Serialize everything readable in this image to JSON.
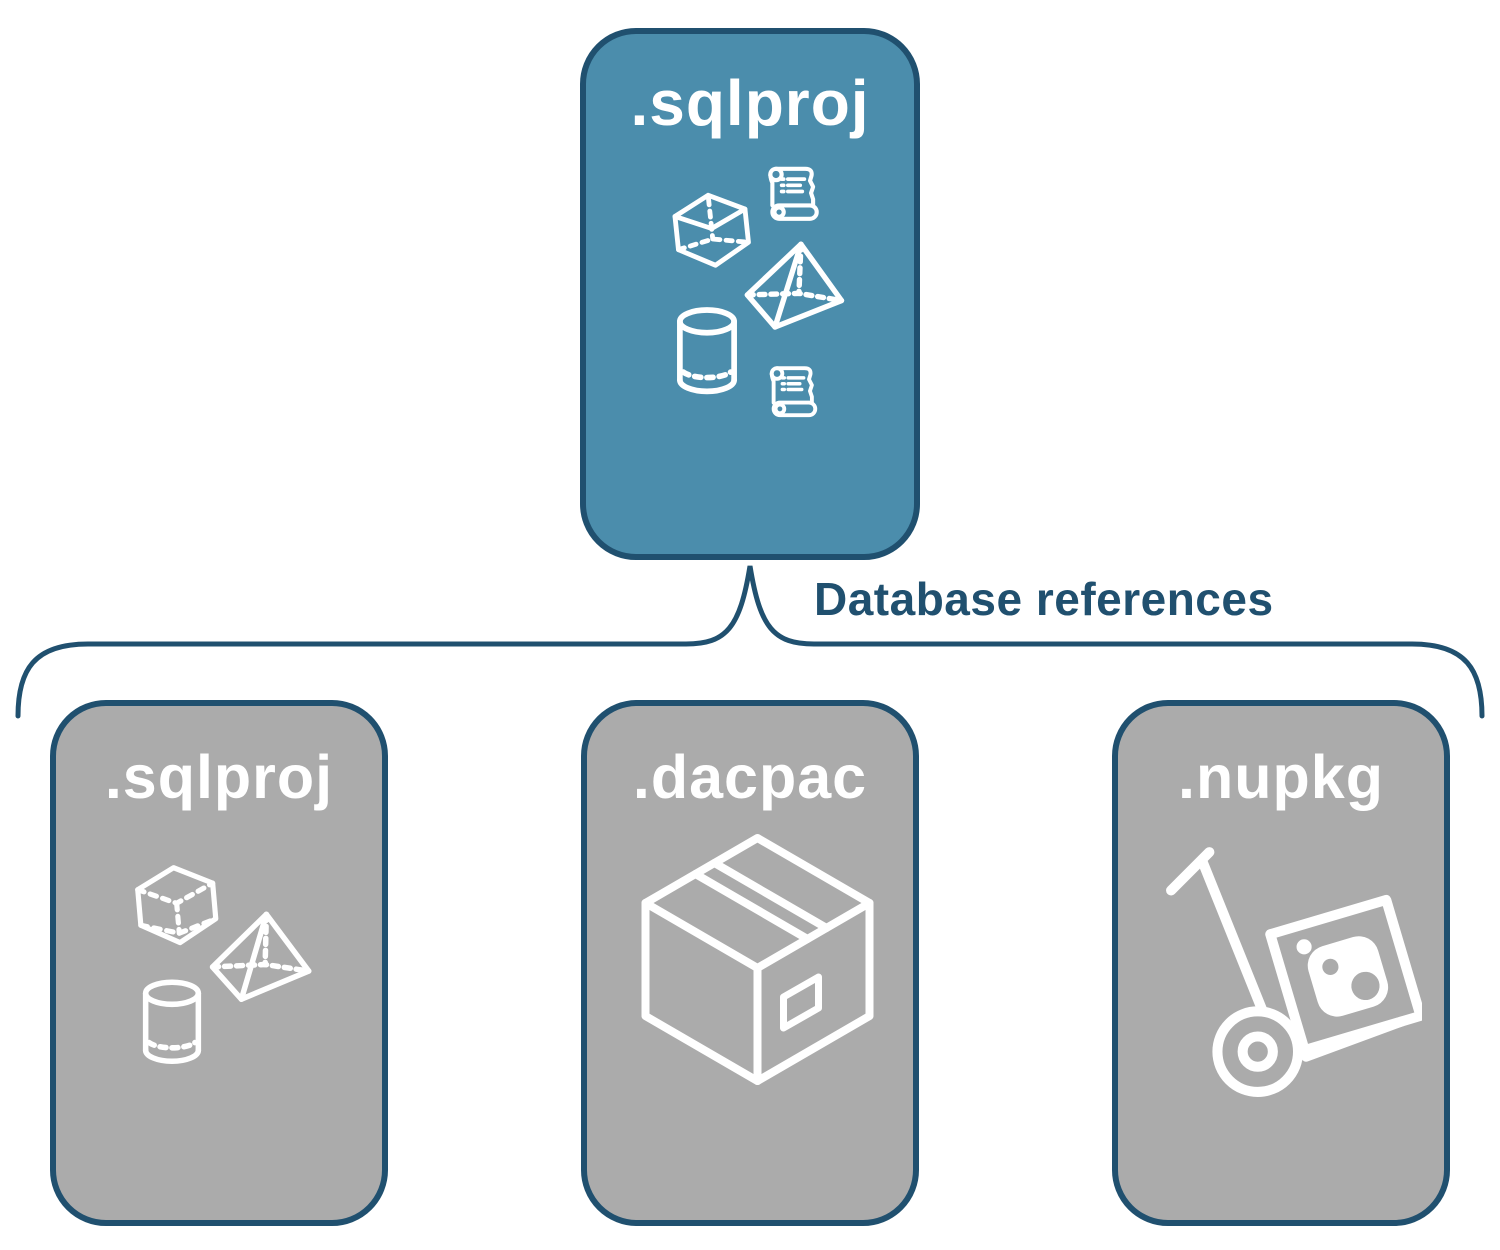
{
  "diagram": {
    "root_node": {
      "label": ".sqlproj",
      "icons": [
        "cube-icon",
        "scroll-icon",
        "pyramid-icon",
        "cylinder-icon",
        "scroll-icon"
      ]
    },
    "connector_label": "Database references",
    "child_nodes": [
      {
        "label": ".sqlproj",
        "icons": [
          "cube-icon",
          "pyramid-icon",
          "cylinder-icon"
        ]
      },
      {
        "label": ".dacpac",
        "icons": [
          "package-box-icon"
        ]
      },
      {
        "label": ".nupkg",
        "icons": [
          "hand-truck-package-icon"
        ]
      }
    ],
    "colors": {
      "root_fill": "#4b8dac",
      "child_fill": "#ababab",
      "outline_and_text": "#20506f",
      "icon_and_label": "#ffffff"
    }
  }
}
